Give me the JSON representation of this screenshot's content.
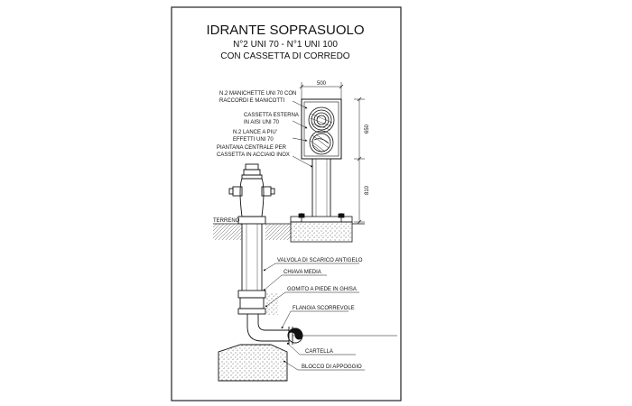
{
  "title": {
    "line1": "IDRANTE SOPRASUOLO",
    "line2": "N°2 UNI 70 - N°1 UNI 100",
    "line3": "CON CASSETTA DI CORREDO"
  },
  "dimensions": {
    "width_top": "500",
    "height_box": "650",
    "height_post": "810"
  },
  "labels": {
    "manichette_1": "N.2 MANICHETTE UNI 70 CON",
    "manichette_2": "RACCORDI E MANICOTTI",
    "cassetta_1": "CASSETTA ESTERNA",
    "cassetta_2": "IN AISI UNI 70",
    "lance_1": "N.2 LANCE A PIU'",
    "lance_2": "EFFETTI UNI 70",
    "piantana_1": "PIANTANA CENTRALE PER",
    "piantana_2": "CASSETTA IN ACCIAIO INOX",
    "terreno": "TERRENO",
    "valvola": "VALVOLA DI SCARICO ANTIGELO",
    "chiave": "CHIAVA MEDIA",
    "gomito": "GOMITO A PIEDE IN GHISA",
    "flangia": "FLANGIA SCORREVOLE",
    "cartella": "CARTELLA",
    "blocco": "BLOCCO DI APPOGGIO"
  },
  "colors": {
    "line": "#111111",
    "border": "#222222"
  }
}
